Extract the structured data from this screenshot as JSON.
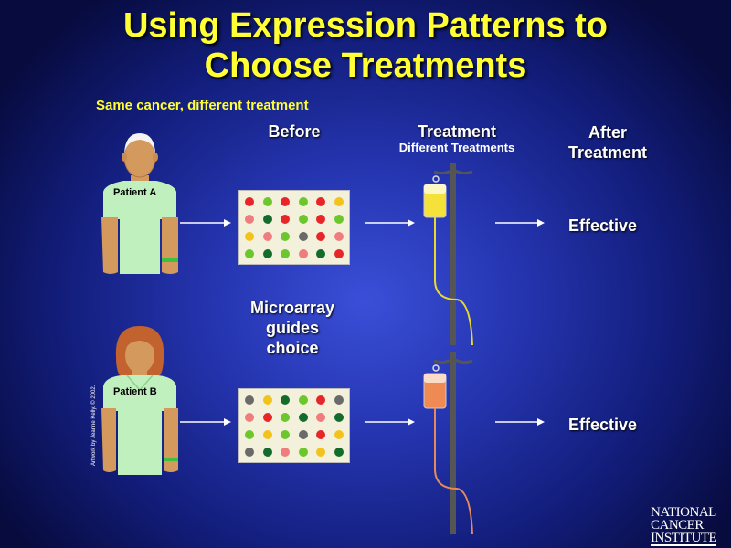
{
  "title_line1": "Using Expression Patterns to",
  "title_line2": "Choose Treatments",
  "subtitle": "Same cancer, different treatment",
  "headers": {
    "before": "Before",
    "treatment": "Treatment",
    "treatment_sub": "Different Treatments",
    "after_line1": "After",
    "after_line2": "Treatment"
  },
  "patients": [
    {
      "label": "Patient A",
      "outcome": "Effective",
      "iv_color": "#f4e23a",
      "iv_tube": "#e8d830",
      "chip": [
        [
          "#e8262a",
          "#6cc72c",
          "#e8262a",
          "#6cc72c",
          "#e8262a",
          "#f1c31c"
        ],
        [
          "#f07d7d",
          "#136c2c",
          "#e8262a",
          "#6cc72c",
          "#e8262a",
          "#6cc72c"
        ],
        [
          "#f1c31c",
          "#f07d7d",
          "#6cc72c",
          "#6a6a6a",
          "#e8262a",
          "#f07d7d"
        ],
        [
          "#6cc72c",
          "#136c2c",
          "#6cc72c",
          "#f07d7d",
          "#136c2c",
          "#e8262a"
        ]
      ]
    },
    {
      "label": "Patient B",
      "outcome": "Effective",
      "iv_color": "#f08a55",
      "iv_tube": "#e48a5a",
      "chip": [
        [
          "#6a6a6a",
          "#f1c31c",
          "#136c2c",
          "#6cc72c",
          "#e8262a",
          "#6a6a6a"
        ],
        [
          "#f07d7d",
          "#e8262a",
          "#6cc72c",
          "#136c2c",
          "#f07d7d",
          "#136c2c"
        ],
        [
          "#6cc72c",
          "#f1c31c",
          "#6cc72c",
          "#6a6a6a",
          "#e8262a",
          "#f1c31c"
        ],
        [
          "#6a6a6a",
          "#136c2c",
          "#f07d7d",
          "#6cc72c",
          "#f1c31c",
          "#136c2c"
        ]
      ]
    }
  ],
  "middle_label": [
    "Microarray",
    "guides",
    "choice"
  ],
  "credit": "Artwork by Jeanne Kelly. © 2002.",
  "logo": [
    "NATIONAL",
    "CANCER",
    "INSTITUTE"
  ],
  "colors": {
    "title": "#ffff33",
    "background_center": "#3a4fd8",
    "background_edge": "#070b3e",
    "skin": "#d4995c",
    "shirt": "#bff0bd",
    "hair_b": "#c2622e"
  }
}
